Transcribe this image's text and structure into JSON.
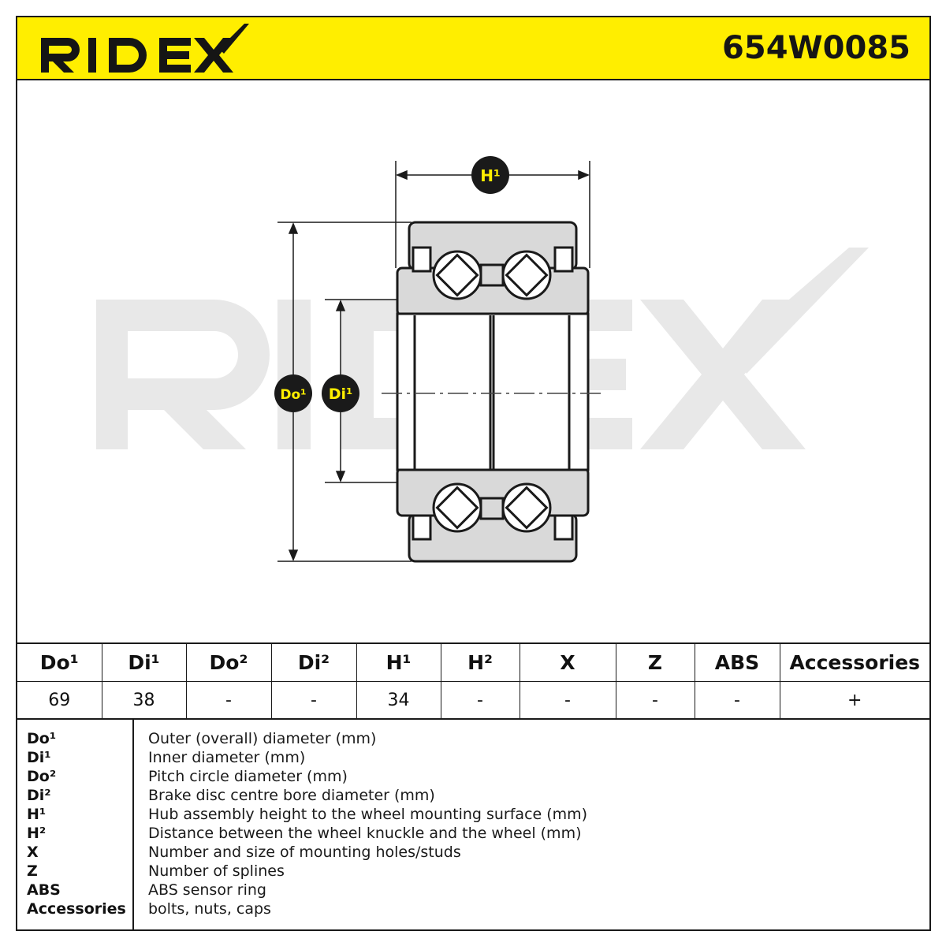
{
  "header": {
    "brand": "RIDEX",
    "part_number": "654W0085",
    "background_color": "#ffee00"
  },
  "drawing": {
    "watermark": "RIDEX",
    "dimension_labels": {
      "height": "H¹",
      "outer_diameter": "Do¹",
      "inner_diameter": "Di¹"
    }
  },
  "spec_table": {
    "columns": [
      "Do¹",
      "Di¹",
      "Do²",
      "Di²",
      "H¹",
      "H²",
      "X",
      "Z",
      "ABS",
      "Accessories"
    ],
    "values": [
      "69",
      "38",
      "-",
      "-",
      "34",
      "-",
      "-",
      "-",
      "-",
      "+"
    ]
  },
  "legend": [
    {
      "key": "Do¹",
      "description": "Outer (overall) diameter (mm)"
    },
    {
      "key": "Di¹",
      "description": "Inner diameter (mm)"
    },
    {
      "key": "Do²",
      "description": "Pitch circle diameter (mm)"
    },
    {
      "key": "Di²",
      "description": "Brake disc centre bore diameter (mm)"
    },
    {
      "key": "H¹",
      "description": "Hub assembly height to the wheel mounting surface (mm)"
    },
    {
      "key": "H²",
      "description": "Distance between the wheel knuckle and the wheel (mm)"
    },
    {
      "key": "X",
      "description": "Number and size of mounting holes/studs"
    },
    {
      "key": "Z",
      "description": "Number of splines"
    },
    {
      "key": "ABS",
      "description": "ABS sensor ring"
    },
    {
      "key": "Accessories",
      "description": "bolts, nuts, caps"
    }
  ]
}
